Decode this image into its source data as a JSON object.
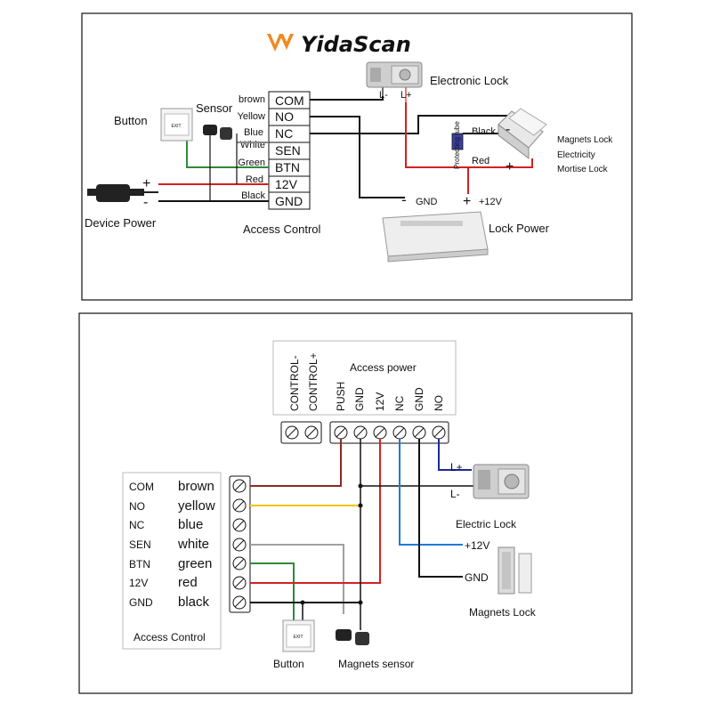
{
  "brand": {
    "name": "YidaScan",
    "accent": "#f08a24"
  },
  "colors": {
    "brown": "#8b2a22",
    "yellow": "#f5c400",
    "blue": "#1f7bd6",
    "white_wire": "#a0a0a0",
    "green": "#2e8b3a",
    "red": "#d22222",
    "black": "#111111",
    "navy": "#1a2a9a"
  },
  "top": {
    "button_label": "Button",
    "sensor_label": "Sensor",
    "device_power_label": "Device Power",
    "access_control_label": "Access Control",
    "electronic_lock_label": "Electronic Lock",
    "lock_power_label": "Lock Power",
    "magnets_lock_lines": [
      "Magnets Lock",
      "Electricity",
      "Mortise Lock"
    ],
    "l_minus": "L-",
    "l_plus": "L+",
    "plus": "+",
    "minus": "-",
    "gnd": "GND",
    "plus12v": "+12V",
    "protecting_tube": "Protecting tube",
    "wire_black": "Black",
    "wire_red": "Red",
    "terminals": [
      {
        "color_name": "brown",
        "pin": "COM"
      },
      {
        "color_name": "Yellow",
        "pin": "NO"
      },
      {
        "color_name": "Blue",
        "pin": "NC"
      },
      {
        "color_name": "White",
        "pin": "SEN"
      },
      {
        "color_name": "Green",
        "pin": "BTN"
      },
      {
        "color_name": "Red",
        "pin": "12V"
      },
      {
        "color_name": "Black",
        "pin": "GND"
      }
    ]
  },
  "bottom": {
    "access_power_label": "Access power",
    "control_terminals": [
      "CONTROL-",
      "CONTROL+"
    ],
    "power_terminals": [
      "PUSH",
      "GND",
      "12V",
      "NC",
      "GND",
      "NO"
    ],
    "access_control_label": "Access Control",
    "legend": [
      {
        "pin": "COM",
        "color": "brown"
      },
      {
        "pin": "NO",
        "color": "yellow"
      },
      {
        "pin": "NC",
        "color": "blue"
      },
      {
        "pin": "SEN",
        "color": "white"
      },
      {
        "pin": "BTN",
        "color": "green"
      },
      {
        "pin": "12V",
        "color": "red"
      },
      {
        "pin": "GND",
        "color": "black"
      }
    ],
    "l_plus": "L+",
    "l_minus": "L-",
    "electric_lock_label": "Electric Lock",
    "plus12v": "+12V",
    "gnd": "GND",
    "magnets_lock_label": "Magnets  Lock",
    "button_label": "Button",
    "magnets_sensor_label": "Magnets sensor"
  }
}
